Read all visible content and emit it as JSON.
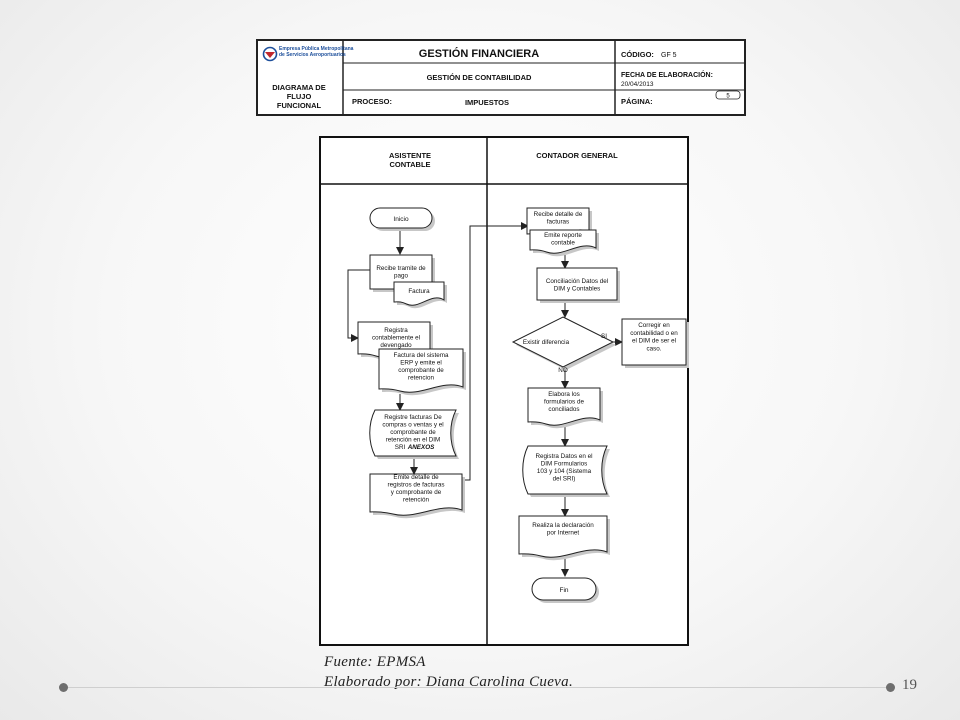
{
  "header": {
    "company": [
      "Empresa Pública Metropolitana",
      "de Servicios Aeroportuarios"
    ],
    "diagram_label": [
      "DIAGRAMA DE",
      "FLUJO",
      "FUNCIONAL"
    ],
    "title": "GESTIÓN FINANCIERA",
    "subtitle": "GESTIÓN DE CONTABILIDAD",
    "process_label": "PROCESO:",
    "process_value": "IMPUESTOS",
    "code_label": "CÓDIGO:",
    "code_value": "GF 5",
    "date_label": "FECHA DE ELABORACIÓN:",
    "date_value": "20/04/2013",
    "page_label": "PÁGINA:",
    "page_value": "5"
  },
  "lanes": {
    "left": [
      "ASISTENTE",
      "CONTABLE"
    ],
    "right": [
      "CONTADOR GENERAL"
    ]
  },
  "nodes": {
    "inicio": "Inicio",
    "recibe_tramite": [
      "Recibe tramite de",
      "pago"
    ],
    "factura": "Factura",
    "registra_devengado": [
      "Registra",
      "contablemente el",
      "devengado"
    ],
    "factura_erp": [
      "Factura del sistema",
      "ERP y emite el",
      "comprobante de",
      "retencion"
    ],
    "registra_facturas": [
      "Registre facturas De",
      "compras o ventas y el",
      "comprobante de",
      "retención en el DIM",
      "SRI"
    ],
    "anexos": "ANEXOS",
    "emite_detalle": [
      "Emite detalle de",
      "registros de facturas",
      "y comprobante de",
      "retención"
    ],
    "recibe_detalle": [
      "Recibe detalle de",
      "facturas"
    ],
    "emite_reporte": [
      "Emite reporte",
      "contable"
    ],
    "conciliacion": [
      "Conciliación Datos del",
      "DIM y Contables"
    ],
    "decision": "Existir diferencia",
    "si": "SI",
    "no": "NO",
    "corregir": [
      "Corregir en",
      "contabilidad o en",
      "el DIM de ser el",
      "caso."
    ],
    "elabora": [
      "Elabora los",
      "formularios de",
      "conciliados"
    ],
    "registra_dim": [
      "Registra Datos en el",
      "DIM Formularios",
      "103 y 104 (Sistema",
      "del SRI)"
    ],
    "declaracion": [
      "Realiza la declaración",
      "por Internet"
    ],
    "fin": "Fin"
  },
  "footer": {
    "source": "Fuente: EPMSA",
    "author": "Elaborado por: Diana Carolina Cueva.",
    "page_number": "19"
  }
}
